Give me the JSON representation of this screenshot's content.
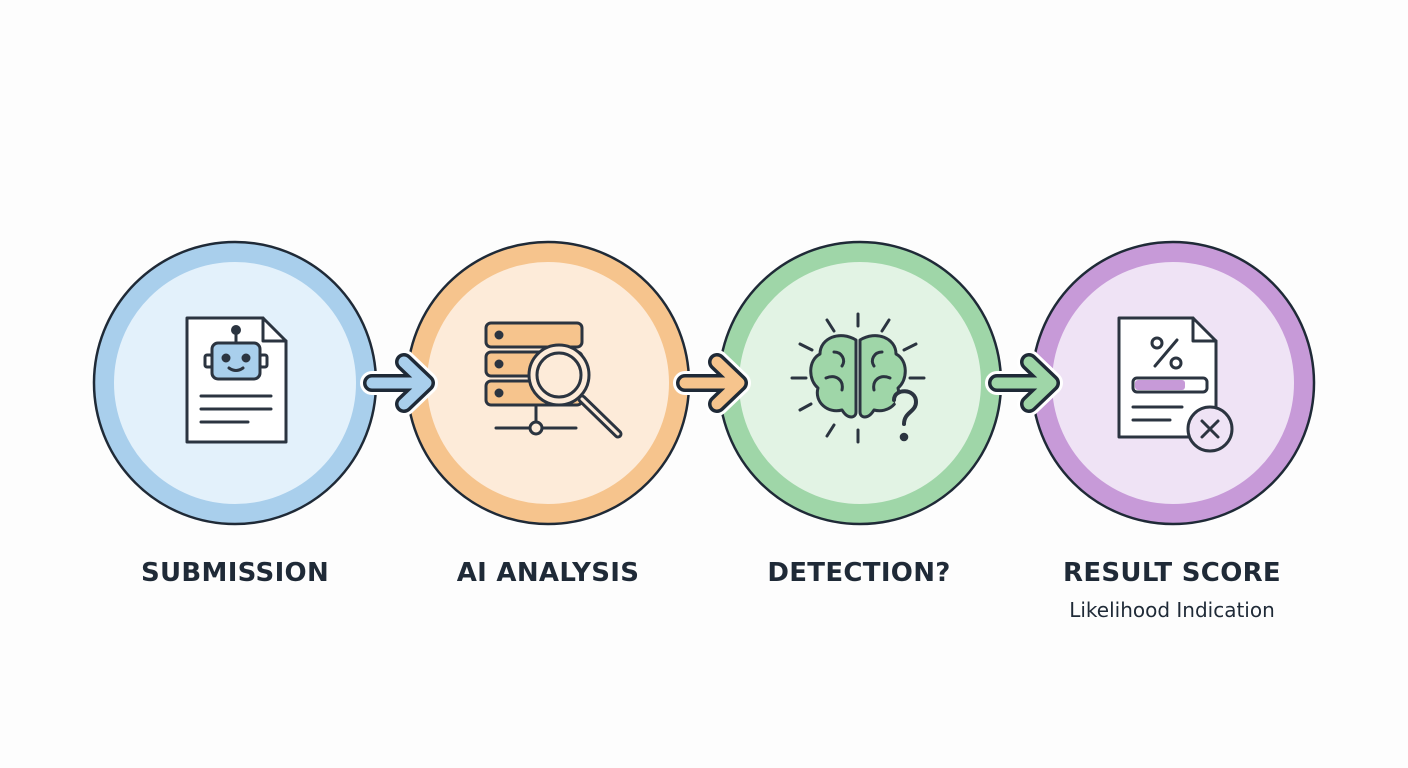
{
  "steps": [
    {
      "label": "SUBMISSION",
      "fill": "#e3f1fb",
      "ring": "#a9cfec",
      "arrow": "#a9cfec",
      "icon": "robot-document-icon"
    },
    {
      "label": "AI ANALYSIS",
      "fill": "#fdebd9",
      "ring": "#f6c48d",
      "arrow": "#f6c48d",
      "icon": "database-magnifier-icon"
    },
    {
      "label": "DETECTION?",
      "fill": "#e2f3e4",
      "ring": "#9fd6a8",
      "arrow": "#9fd6a8",
      "icon": "brain-question-icon"
    },
    {
      "label": "RESULT SCORE",
      "sublabel": "Likelihood Indication",
      "fill": "#efe3f5",
      "ring": "#c79ad8",
      "icon": "score-report-icon"
    }
  ],
  "colors": {
    "outline": "#1f2a37",
    "icon_line": "#2b3440",
    "robot_fill": "#a9cfec",
    "server_fill": "#f6c48d",
    "brain_fill": "#9fd6a8",
    "bar_fill": "#c79ad8"
  }
}
